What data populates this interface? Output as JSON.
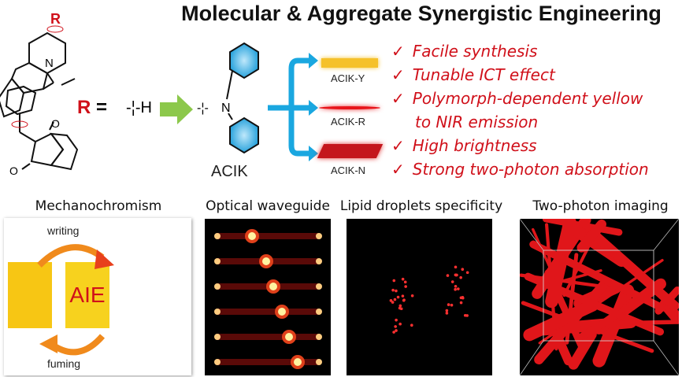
{
  "title": "Molecular & Aggregate Synergistic Engineering",
  "structure": {
    "r_label": "R",
    "n_label": "N",
    "o_label": "O",
    "r_equals": "R =",
    "r_h": "H",
    "acik_label": "ACIK"
  },
  "crystals": [
    {
      "label": "ACIK-Y",
      "color": "#f5c12a"
    },
    {
      "label": "ACIK-R",
      "color": "#e8141a"
    },
    {
      "label": "ACIK-N",
      "color": "#c4161c"
    }
  ],
  "features": [
    "Facile synthesis",
    "Tunable ICT effect",
    "Polymorph-dependent yellow",
    "to NIR emission",
    "High brightness",
    "Strong two-photon absorption"
  ],
  "check": "✓",
  "panels": [
    {
      "title": "Mechanochromism",
      "top": "writing",
      "bottom": "fuming",
      "text": "AIE"
    },
    {
      "title": "Optical waveguide"
    },
    {
      "title": "Lipid droplets specificity"
    },
    {
      "title": "Two-photon imaging"
    }
  ],
  "colors": {
    "accent_red": "#d0101a",
    "arrow_green": "#8cc84b",
    "arrow_blue": "#1aa7e0"
  }
}
